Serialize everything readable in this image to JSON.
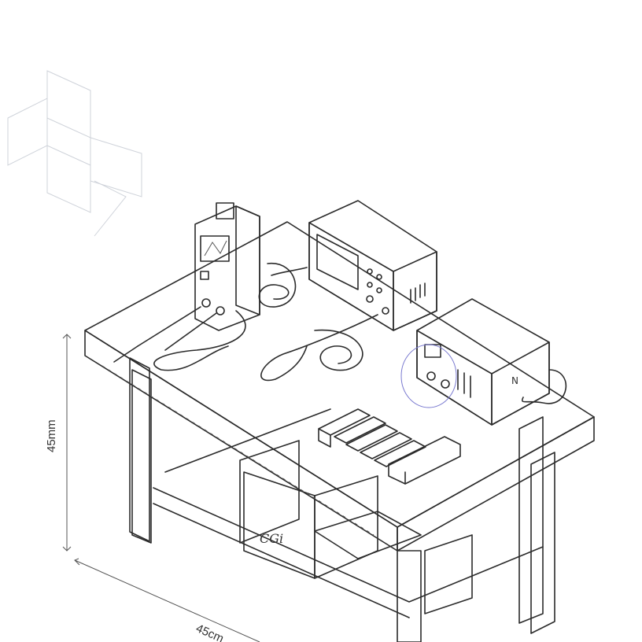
{
  "dimensions": {
    "height_label": "45mm",
    "width_label": "45cm"
  },
  "labels": {
    "drawer_marking": "CGi",
    "psu_marking": "N"
  },
  "colors": {
    "line": "#2b2b2b",
    "table_top": "#f4f4f4",
    "table_side": "#e6e6e6",
    "multimeter_body": "#eee8d4",
    "screen": "#2a2a2a"
  },
  "icons": [
    "soldering-station-icon",
    "oscilloscope-icon",
    "power-supply-icon",
    "cable-coil-icon",
    "connector-icon"
  ]
}
